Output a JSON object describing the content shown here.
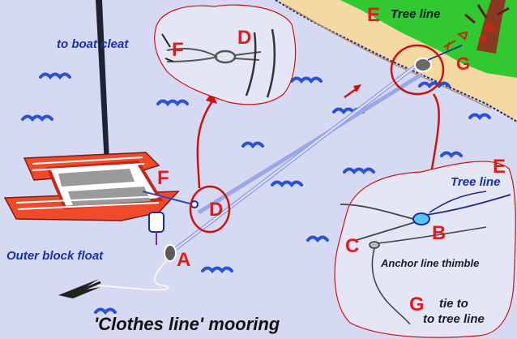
{
  "title": "'Clothes line' mooring",
  "labels": {
    "to_boat_cleat": "to boat cleat",
    "tree_line_top": "Tree line",
    "tree_line_right": "Tree line",
    "outer_block_float": "Outer block float",
    "anchor_line_thimble": "Anchor line thimble",
    "tie_to_line1": "tie to",
    "tie_to_line2": "to tree line"
  },
  "letters": {
    "A": "A",
    "B": "B",
    "C": "C",
    "D_main": "D",
    "D_inset": "D",
    "E_top": "E",
    "E_right": "E",
    "F_inset": "F",
    "F_boat": "F",
    "G_top": "G",
    "G_inset": "G"
  },
  "colors": {
    "water": "#d6d9f2",
    "shore_sand": "#f5d9a3",
    "grass": "#32c832",
    "rope": "#9aa8e8",
    "callout_red": "#cc1111",
    "label_blue": "#1530a8",
    "hull_red": "#f04a2a"
  }
}
